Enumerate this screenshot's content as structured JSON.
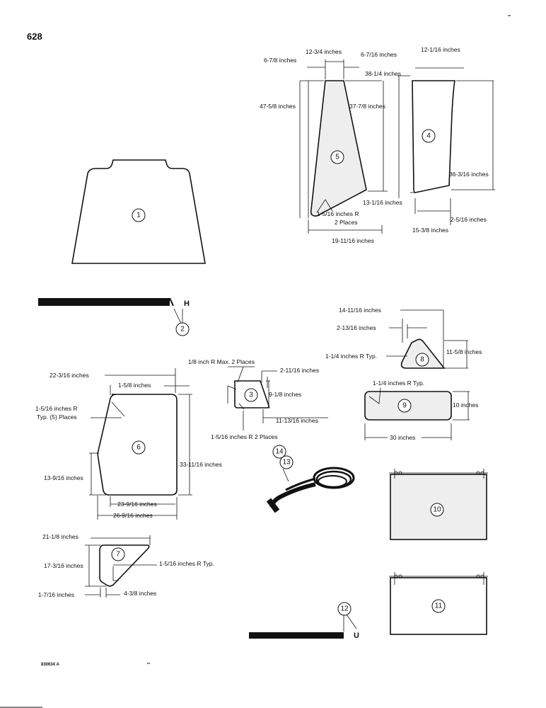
{
  "page": {
    "number": "628",
    "ref_code": "830634 A"
  },
  "part1": {
    "num": "1"
  },
  "part2": {
    "num": "2",
    "end_letter": "H"
  },
  "part3": {
    "num": "3",
    "dims": [
      "1/8 inch R Max. 2 Places",
      "2-11/16 inches",
      "9-1/8 inches",
      "11-13/16 inches",
      "1-5/16 inches R 2 Places"
    ]
  },
  "part4": {
    "num": "4",
    "dims": [
      "12-1/16 inches",
      "38-1/4 inches",
      "36-3/16 inches",
      "2-5/16 inches",
      "15-3/8 inches"
    ]
  },
  "part5": {
    "num": "5",
    "dims": [
      "12-3/4 inches",
      "6-7/8 inches",
      "6-7/16 inches",
      "47-5/8 inches",
      "37-7/8 inches",
      "13-1/16 inches",
      "1-5/16 inches R",
      "2 Places",
      "19-11/16 inches"
    ]
  },
  "part6": {
    "num": "6",
    "dims": [
      "22-3/16   inches",
      "1-5/8 inches",
      "1-5/16 inches R",
      "Typ. (5) Places",
      "33-11/16 inches",
      "13-9/16 inches",
      "23-9/16 inches",
      "26-9/16 inches"
    ]
  },
  "part7": {
    "num": "7",
    "dims": [
      "21-1/8 inches",
      "17-3/16 inches",
      "1-5/16 inches R Typ.",
      "1-7/16 inches",
      "4-3/8 inches"
    ]
  },
  "part8": {
    "num": "8",
    "dims": [
      "14-11/16 inches",
      "2-13/16 inches",
      "1-1/4 inches R Typ.",
      "11-5/8 inches"
    ]
  },
  "part9": {
    "num": "9",
    "dims": [
      "1-1/4 inches R Typ.",
      "10 inches",
      "30 inches"
    ]
  },
  "part10": {
    "num": "10"
  },
  "part11": {
    "num": "11"
  },
  "part12": {
    "num": "12",
    "end_letter": "U"
  },
  "part13_14": {
    "nums": [
      "14",
      "13"
    ]
  }
}
